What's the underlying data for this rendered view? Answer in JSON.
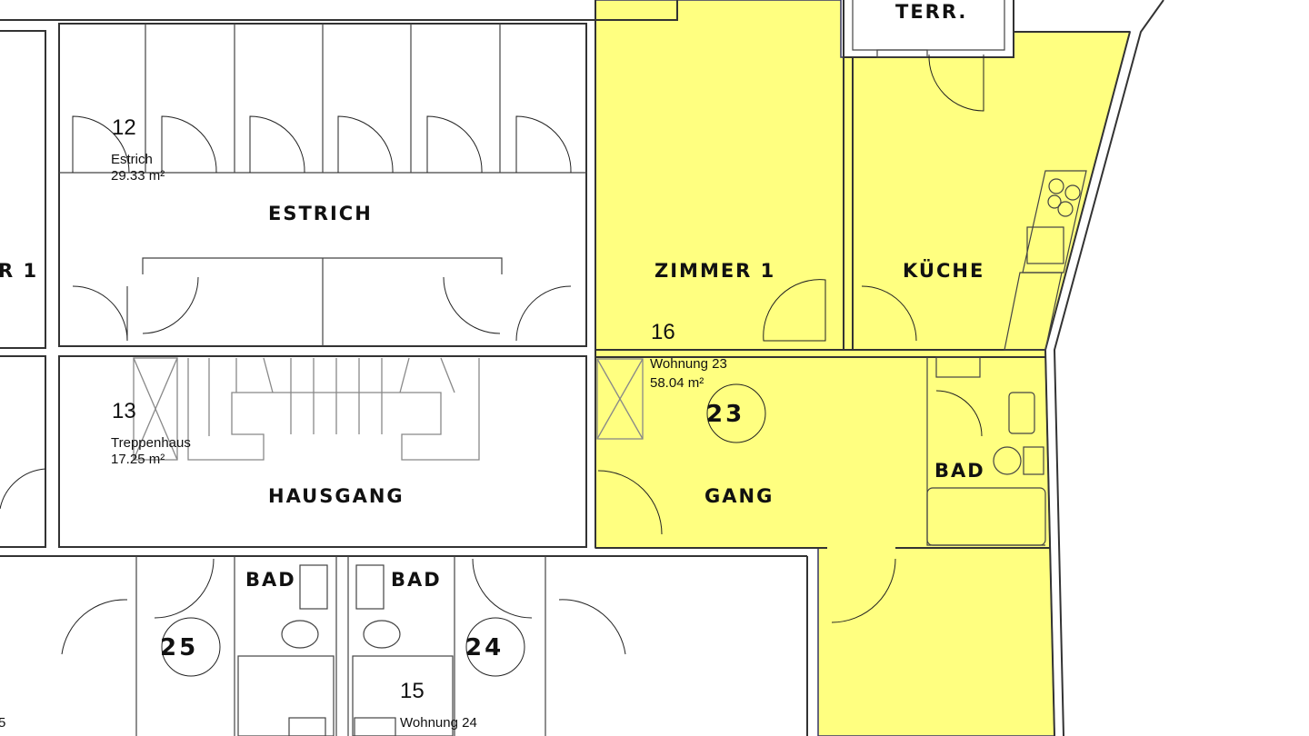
{
  "colors": {
    "apartment_highlight": "#FFFF80",
    "walls": "#333333",
    "background": "#FFFFFF"
  },
  "rooms": {
    "estrich": {
      "number": "12",
      "name": "Estrich",
      "area": "29.33 m²",
      "label": "ESTRICH"
    },
    "treppenhaus": {
      "number": "13",
      "name": "Treppenhaus",
      "area": "17.25 m²",
      "label": "HAUSGANG"
    },
    "wohnung23": {
      "number": "16",
      "name": "Wohnung 23",
      "area": "58.04 m²",
      "unit_badge": "23"
    },
    "wohnung24": {
      "number": "15",
      "name": "Wohnung 24",
      "unit_badge": "24"
    },
    "wohnung25": {
      "unit_badge": "25"
    },
    "labels": {
      "zimmer1": "ZIMMER 1",
      "kueche": "KÜCHE",
      "gang": "GANG",
      "bad_right": "BAD",
      "bad_left1": "BAD",
      "bad_left2": "BAD",
      "terr": "TERR.",
      "left_cut": "R 1",
      "left_cut_bottom": "5"
    }
  }
}
